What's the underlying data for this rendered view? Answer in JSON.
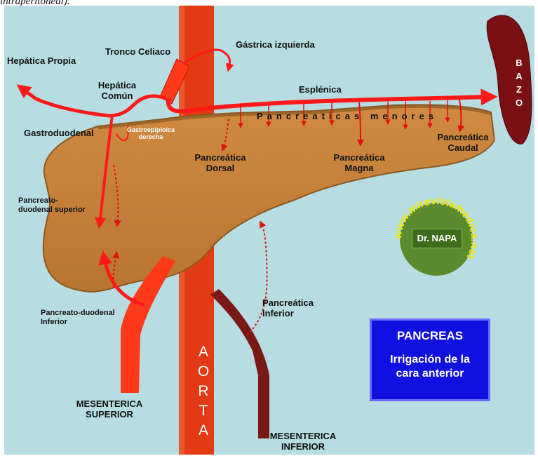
{
  "caption": "intraperitoneal).",
  "colors": {
    "background": "#b7dde3",
    "pancreas": "#c7823c",
    "pancreas_edge": "#8a5a22",
    "aorta": "#e23a12",
    "artery": "#ff1a1a",
    "spleen": "#7a0f14",
    "mesenteric_inferior": "#7a1a14",
    "logo_green": "#5c8a2e",
    "title_box": "#1010e0"
  },
  "labels": {
    "hepatica_propia": "Hepática Propia",
    "tronco_celiaco": "Tronco Celiaco",
    "gastrica_izquierda": "Gástrica izquierda",
    "hepatica_comun": "Hepática Común",
    "esplenica": "Esplénica",
    "pancreaticas_menores": "Pancreaticas menores",
    "gastroduodenal": "Gastroduodenal",
    "gastroepiploica": "Gastroepiploica derecha",
    "pancreatica_dorsal": "Pancreática Dorsal",
    "pancreatica_magna": "Pancreática Magna",
    "pancreatica_caudal": "Pancreática Caudal",
    "pancreato_duodenal_superior": "Pancreato-duodenal superior",
    "pancreato_duodenal_inferior": "Pancreato-duodenal Inferior",
    "pancreatica_inferior": "Pancreática Inferior",
    "mesenterica_superior": "MESENTERICA SUPERIOR",
    "mesenterica_inferior": "MESENTERICA INFERIOR",
    "aorta": "AORTA",
    "bazo": "BAZO"
  },
  "logo": {
    "ring_text": "www.mirevistamedica.net",
    "center_text": "Dr. NAPA"
  },
  "title_box": {
    "title": "PANCREAS",
    "subtitle": "Irrigación de la cara anterior"
  }
}
